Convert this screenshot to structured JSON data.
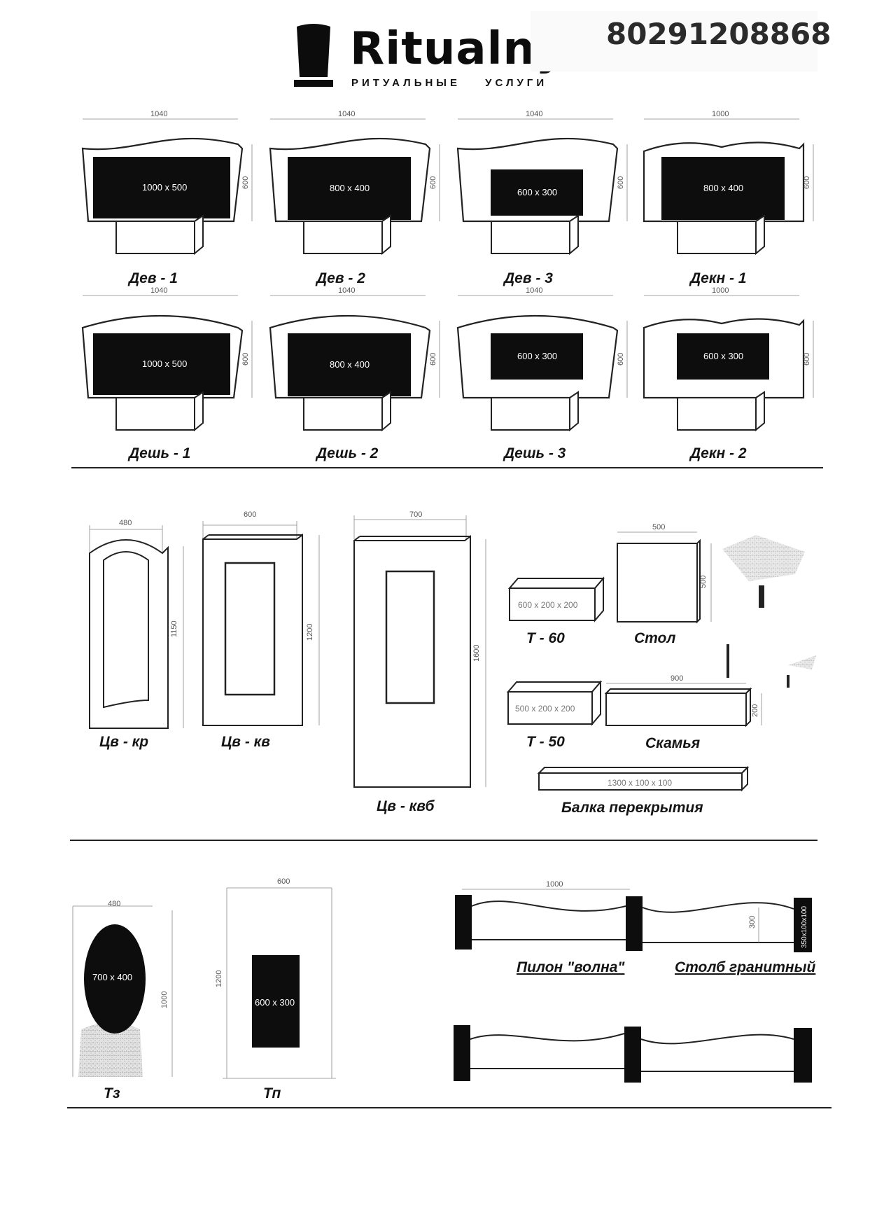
{
  "header": {
    "brand_name": "Ritualny",
    "brand_subtitle": "РИТУАЛЬНЫЕ УСЛУГИ",
    "phone": "80291208868",
    "logo_icon": "tombstone-icon"
  },
  "row1": [
    {
      "label": "Дев - 1",
      "width": "1040",
      "height": "600",
      "plate": "1000 x 500"
    },
    {
      "label": "Дев - 2",
      "width": "1040",
      "height": "600",
      "plate": "800 x 400"
    },
    {
      "label": "Дев - 3",
      "width": "1040",
      "height": "600",
      "plate": "600 x 300"
    },
    {
      "label": "Декн - 1",
      "width": "1000",
      "height": "600",
      "plate": "800 x 400"
    }
  ],
  "row2": [
    {
      "label": "Дешь - 1",
      "width": "1040",
      "height": "600",
      "plate": "1000 x 500"
    },
    {
      "label": "Дешь - 2",
      "width": "1040",
      "height": "600",
      "plate": "800 x 400"
    },
    {
      "label": "Дешь - 3",
      "width": "1040",
      "height": "600",
      "plate": "600 x 300"
    },
    {
      "label": "Декн - 2",
      "width": "1000",
      "height": "600",
      "plate": "600 x 300"
    }
  ],
  "section2": {
    "tsv_kr": {
      "label": "Цв - кр",
      "width": "480",
      "height": "1150"
    },
    "tsv_kv": {
      "label": "Цв - кв",
      "width": "600",
      "height": "1200"
    },
    "tsv_kvb": {
      "label": "Цв - квб",
      "width": "700",
      "height": "1600"
    },
    "t60": {
      "label": "Т - 60",
      "size": "600 x 200 x 200"
    },
    "t50": {
      "label": "Т - 50",
      "size": "500 x 200 x 200"
    },
    "stol": {
      "label": "Стол",
      "width": "500",
      "height": "500"
    },
    "skamya": {
      "label": "Скамья",
      "width": "900",
      "height": "200"
    },
    "balka": {
      "label": "Балка перекрытия",
      "size": "1300 x 100 x 100"
    }
  },
  "section3": {
    "tz": {
      "label": "Тз",
      "width": "480",
      "height": "1000",
      "plate": "700 x 400"
    },
    "tp": {
      "label": "Тп",
      "width": "600",
      "height": "1200",
      "plate": "600 x 300"
    },
    "fence": {
      "span": "1000",
      "height": "300",
      "post": "350х100х100",
      "label_pylon": "Пилон \"волна\"",
      "label_post": "Столб гранитный"
    }
  }
}
